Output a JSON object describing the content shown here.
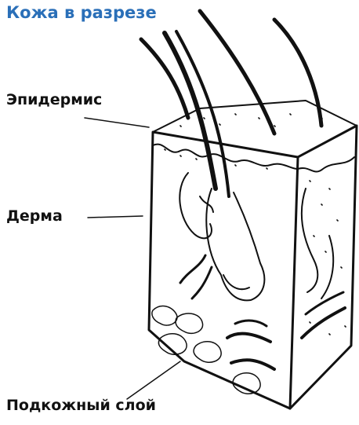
{
  "title": "Кожа в разрезе",
  "labels": {
    "epidermis": "Эпидермис",
    "dermis": "Дерма",
    "subcutaneous": "Подкожный слой"
  },
  "colors": {
    "title": "#2a6fb8",
    "line": "#111111"
  }
}
